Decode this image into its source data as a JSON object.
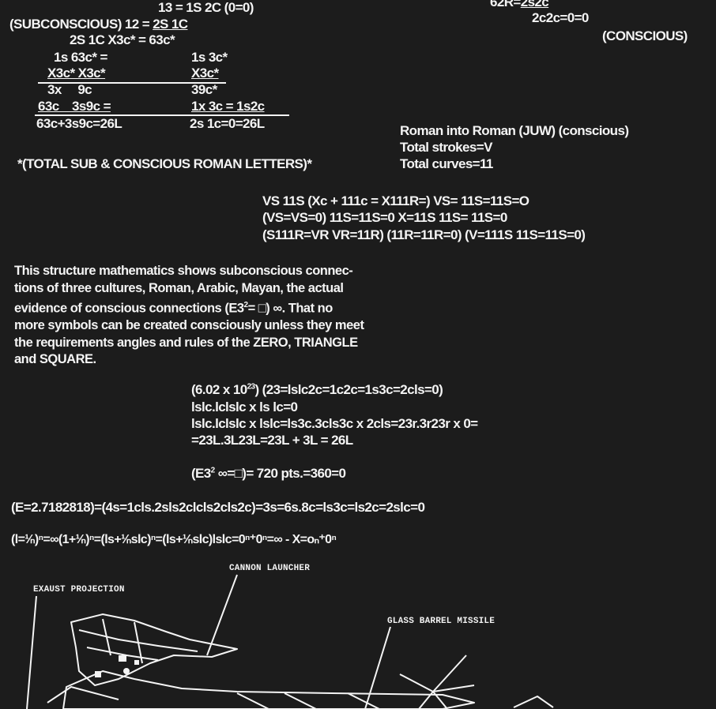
{
  "top_left": {
    "line1": "13 = 1S 2C (0=0)",
    "line2_label": "(SUBCONSCIOUS) 12 = ",
    "line2_underlined": "2S 1C",
    "line3": "2S 1C X3c* = 63c*",
    "line4a": "1s 63c* =",
    "line4b": "1s 3c*",
    "line5a": "X3c* X3c*",
    "line5b": "X3c*",
    "line6a": "3x     9c",
    "line6b": "39c*",
    "line7a": "63c    3s9c =",
    "line7b": "1x 3c = 1s2c",
    "line8a": "63c+3s9c=26L",
    "line8b": "2s 1c=0=26L",
    "footnote": "*(TOTAL SUB & CONSCIOUS ROMAN LETTERS)*"
  },
  "top_right": {
    "frag": "62R=",
    "frag_u": "2s2c",
    "line2": "2c2c=0=0",
    "label": "(CONSCIOUS)"
  },
  "roman": {
    "line1": "Roman into Roman (JUW) (conscious)",
    "line2": "Total strokes=V",
    "line3": "Total curves=11"
  },
  "vs": {
    "line1": "VS 11S (Xc + 111c = X111R=) VS= 11S=11S=O",
    "line2": "(VS=VS=0) 11S=11S=0 X=11S 11S= 11S=0",
    "line3": "(S111R=VR VR=11R) (11R=11R=0) (V=111S 11S=11S=0)"
  },
  "paragraph": {
    "l1": "This structure mathematics shows subconscious connec-",
    "l2": "tions of three cultures, Roman, Arabic, Mayan, the actual",
    "l3a": "evidence of conscious connections (E3",
    "l3sup": "2",
    "l3b": "= □) ∞. That no",
    "l4": "more symbols can be created consciously unless they meet",
    "l5": "the requirements angles and rules of the ZERO, TRIANGLE",
    "l6": "and SQUARE."
  },
  "formulas": {
    "f1a": "(6.02 x 10",
    "f1sup": "23",
    "f1b": ") (23=lslc2c=1c2c=1s3c=2cls=0)",
    "f2": "lslc.lclslc x ls lc=0",
    "f3": "lslc.lclslc x lslc=ls3c.3cls3c x 2cls=23r.3r23r x 0=",
    "f4": "=23L.3L23L=23L + 3L = 26L",
    "f5a": "(E3",
    "f5sup": "2",
    "f5b": " ∞=□)= 720 pts.=360=0",
    "f6": "(E=2.7182818)=(4s=1cls.2sls2clcls2cls2c)=3s=6s.8c=ls3c=ls2c=2slc=0",
    "f7": "(l=¹⁄ₙ)ⁿ=∞(1+¹⁄ₙ)ⁿ=(ls+¹⁄ₙslc)ⁿ=(ls+¹⁄ₙslc)lslc=0ⁿ⁺0ⁿ=∞ - X=oₙ⁺0ⁿ"
  },
  "diagram_labels": {
    "cannon": "CANNON LAUNCHER",
    "exhaust": "EXAUST PROJECTION",
    "barrel": "GLASS BARREL MISSILE"
  }
}
